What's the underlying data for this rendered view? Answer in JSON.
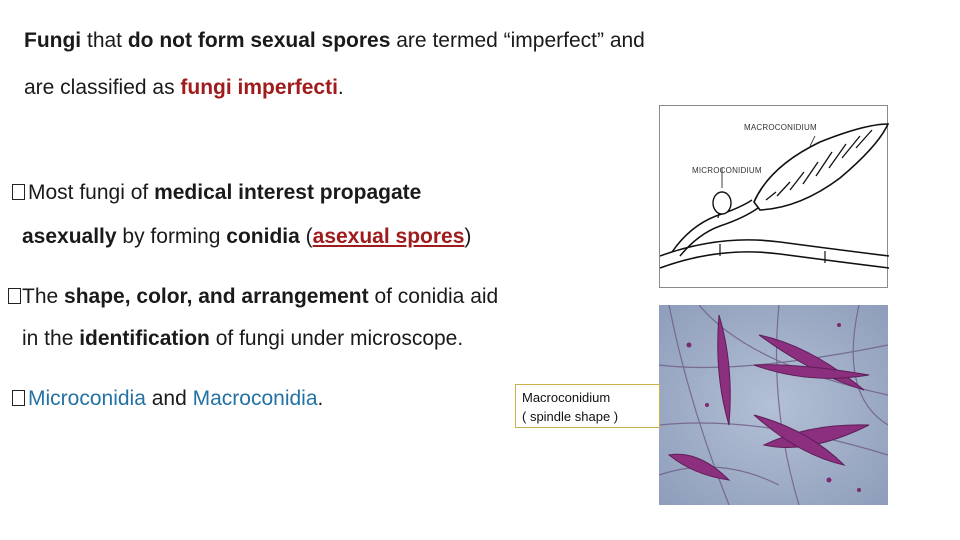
{
  "paragraph1": {
    "line1": {
      "t1": "Fungi",
      "t2": " that ",
      "t3": "do not form sexual spores",
      "t4": " are termed “imperfect” and"
    },
    "line2": {
      "t1": "are classified as ",
      "t2": "fungi imperfecti",
      "t3": "."
    }
  },
  "bullet1": {
    "line1": {
      "t1": "Most",
      "t2": " fungi of ",
      "t3": "medical interest propagate"
    },
    "line2": {
      "t1": "asexually",
      "t2": " by forming ",
      "t3": "conidia",
      "t4": " (",
      "t5": "asexual spores",
      "t6": ")"
    }
  },
  "bullet2": {
    "line1": {
      "t1": "The ",
      "t2": "shape, color, and arrangement",
      "t3": " of conidia aid"
    },
    "line2": {
      "t1": "in the ",
      "t2": "identification",
      "t3": " of fungi under microscope."
    }
  },
  "bullet3": {
    "t1": "Microconidia",
    "t2": " and ",
    "t3": "Macroconidia",
    "t4": "."
  },
  "diagram": {
    "macro_label": "MACROCONIDIUM",
    "micro_label": "MICROCONIDIUM"
  },
  "caption": {
    "line1": "Macroconidium",
    "line2": "( spindle shape )"
  },
  "colors": {
    "red_emphasis": "#a01c1c",
    "blue_emphasis": "#2472a4",
    "photo_background": "#9aa9c2",
    "stain_purple": "#8b2f7e"
  },
  "icons": {
    "bullet": "square-bullet-icon"
  }
}
